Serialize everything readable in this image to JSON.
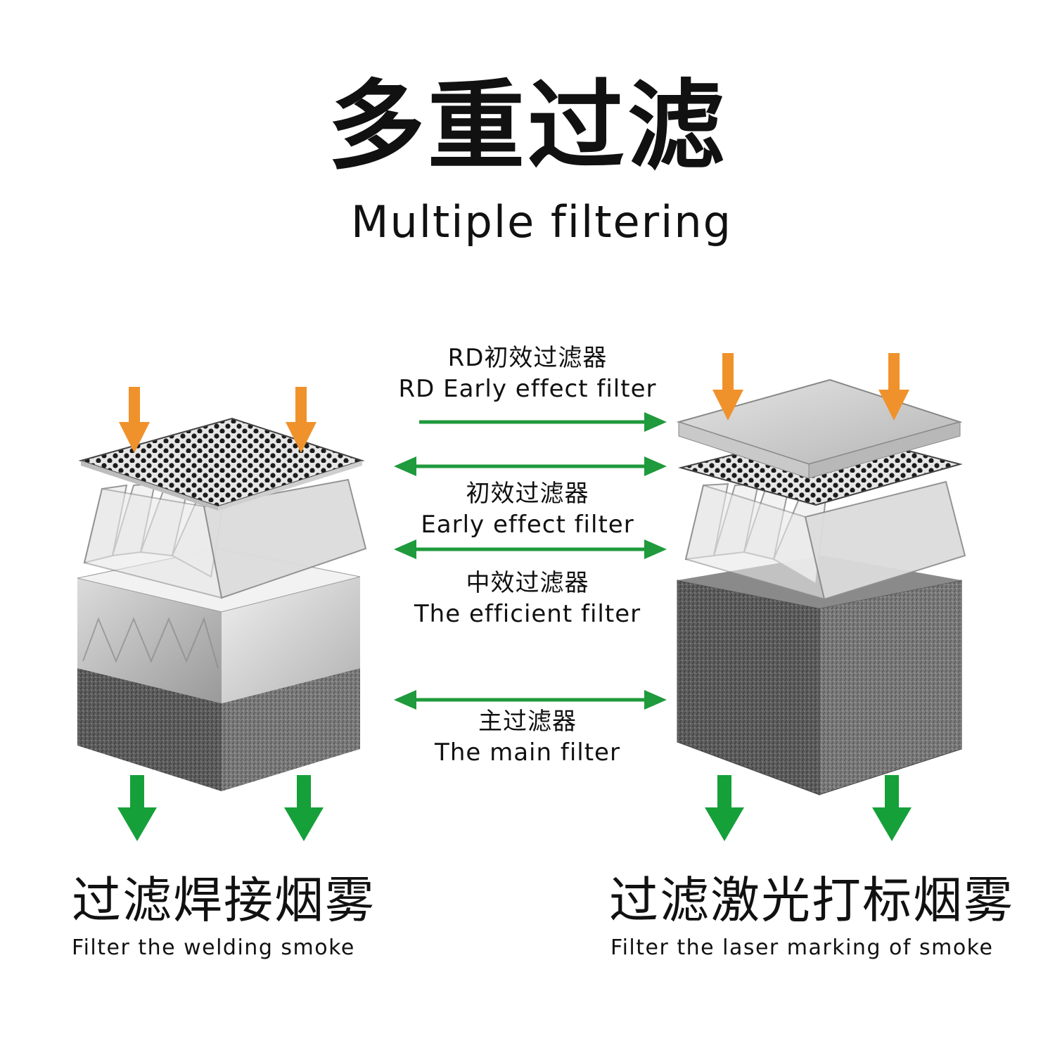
{
  "title": {
    "zh": "多重过滤",
    "en": "Multiple filtering"
  },
  "layers": [
    {
      "zh": "RD初效过滤器",
      "en": "RD Early effect filter"
    },
    {
      "zh": "初效过滤器",
      "en": "Early effect filter"
    },
    {
      "zh": "中效过滤器",
      "en": "The efficient filter"
    },
    {
      "zh": "主过滤器",
      "en": "The main filter"
    }
  ],
  "left": {
    "zh": "过滤焊接烟雾",
    "en": "Filter the welding smoke"
  },
  "right": {
    "zh": "过滤激光打标烟雾",
    "en": "Filter the laser marking of smoke"
  },
  "colors": {
    "inflow_arrow": "#f0922b",
    "outflow_arrow": "#16a03a",
    "connector_arrow": "#1f9a3c"
  }
}
